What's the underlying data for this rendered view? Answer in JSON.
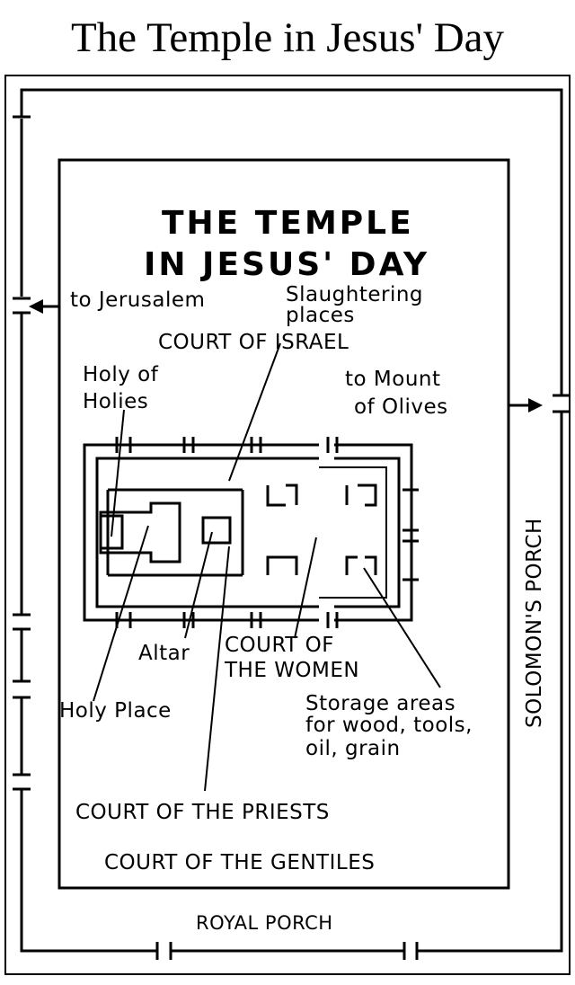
{
  "page_title": "The Temple in Jesus' Day",
  "diagram": {
    "heading_line1": "THE TEMPLE",
    "heading_line2": "IN JESUS' DAY",
    "labels": {
      "to_jerusalem": "to Jerusalem",
      "slaughtering_1": "Slaughtering",
      "slaughtering_2": "places",
      "court_of_israel": "COURT OF ISRAEL",
      "holy_of_holies_1": "Holy of",
      "holy_of_holies_2": "Holies",
      "to_mount_1": "to Mount",
      "to_mount_2": "of Olives",
      "altar": "Altar",
      "court_women_1": "COURT OF",
      "court_women_2": "THE WOMEN",
      "holy_place": "Holy Place",
      "storage_1": "Storage areas",
      "storage_2": "for wood, tools,",
      "storage_3": "oil, grain",
      "court_of_priests": "COURT OF THE PRIESTS",
      "court_of_gentiles": "COURT OF THE GENTILES",
      "royal_porch": "ROYAL PORCH",
      "solomons_porch": "SOLOMON'S PORCH"
    }
  }
}
